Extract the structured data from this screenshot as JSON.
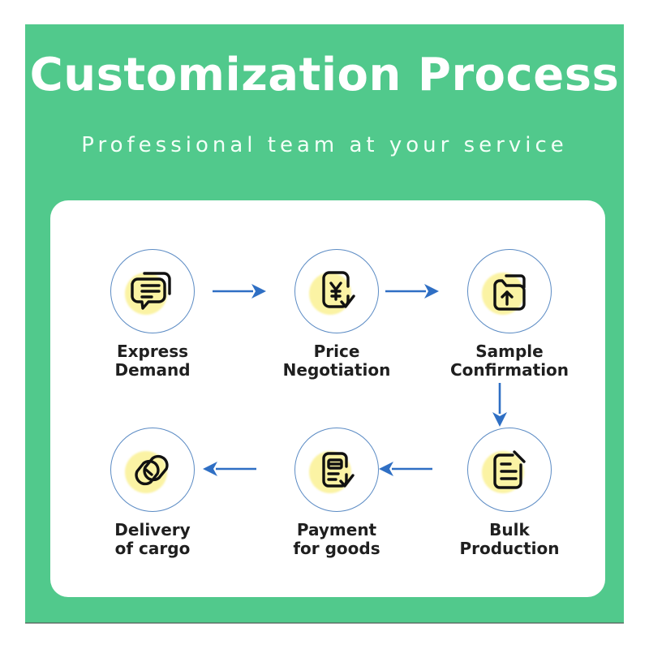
{
  "header": {
    "title": "Customization Process",
    "subtitle": "Professional team at your service"
  },
  "colors": {
    "panel_green": "#51c98c",
    "card_white": "#ffffff",
    "arrow_blue": "#2f6fc4",
    "circle_border_blue": "#5b8bc4",
    "highlight_yellow": "#fbf3a4",
    "label_text": "#1f1f1f",
    "title_text": "#ffffff"
  },
  "flow": {
    "steps": [
      {
        "index": 1,
        "icon": "chat-bubbles-icon",
        "label_line1": "Express",
        "label_line2": "Demand"
      },
      {
        "index": 2,
        "icon": "yen-document-check-icon",
        "label_line1": "Price",
        "label_line2": "Negotiation"
      },
      {
        "index": 3,
        "icon": "folder-upload-icon",
        "label_line1": "Sample",
        "label_line2": "Confirmation"
      },
      {
        "index": 4,
        "icon": "document-pen-icon",
        "label_line1": "Bulk",
        "label_line2": "Production"
      },
      {
        "index": 5,
        "icon": "invoice-check-icon",
        "label_line1": "Payment",
        "label_line2": "for goods"
      },
      {
        "index": 6,
        "icon": "cargo-boxes-icon",
        "label_line1": "Delivery",
        "label_line2": "of cargo"
      }
    ],
    "connectors": [
      {
        "id": 1,
        "from": 1,
        "to": 2,
        "direction": "right"
      },
      {
        "id": 2,
        "from": 2,
        "to": 3,
        "direction": "right"
      },
      {
        "id": 3,
        "from": 3,
        "to": 4,
        "direction": "down"
      },
      {
        "id": 4,
        "from": 4,
        "to": 5,
        "direction": "left"
      },
      {
        "id": 5,
        "from": 5,
        "to": 6,
        "direction": "left"
      }
    ]
  }
}
